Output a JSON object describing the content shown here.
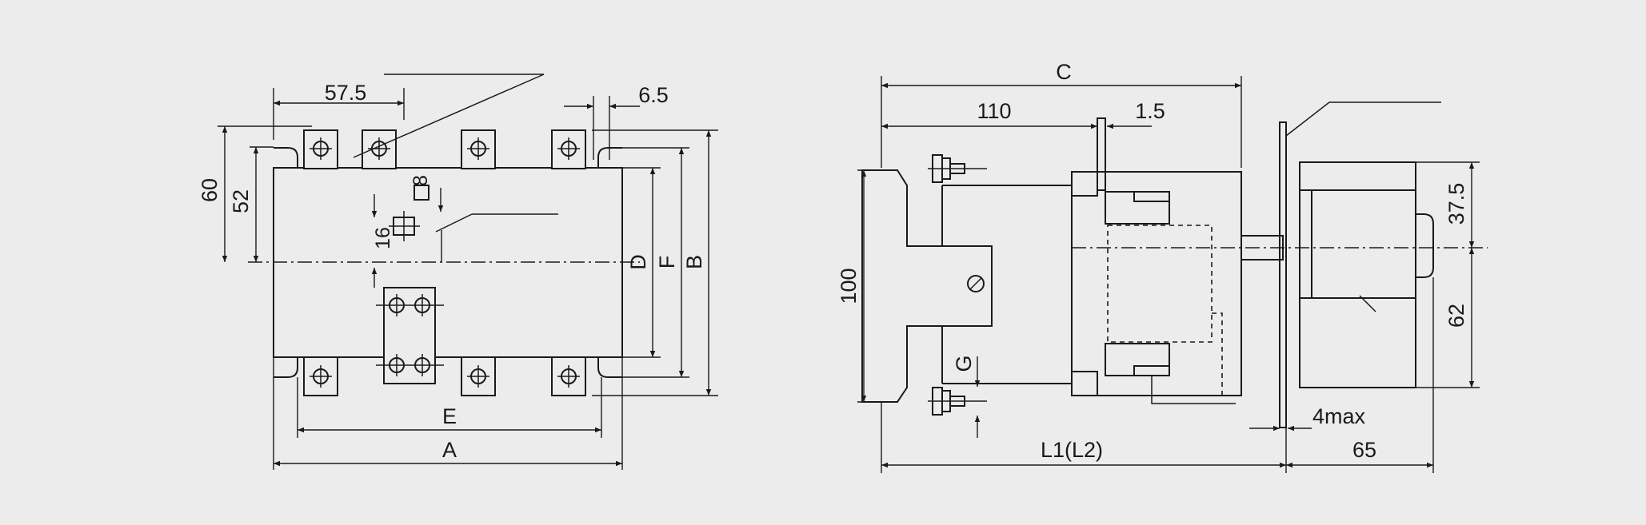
{
  "front_view": {
    "dims": {
      "d57_5": "57.5",
      "d6_5": "6.5",
      "d60": "60",
      "d52": "52",
      "d8": "8",
      "d16": "16",
      "D": "D",
      "F": "F",
      "B": "B",
      "E": "E",
      "A": "A"
    }
  },
  "side_view": {
    "dims": {
      "C": "C",
      "d110": "110",
      "d1_5": "1.5",
      "d100": "100",
      "G": "G",
      "L1": "L1(L2)",
      "d4max": "4max",
      "d65": "65",
      "d37_5": "37.5",
      "d62": "62"
    }
  },
  "colors": {
    "background": "#ececec",
    "ink": "#1a1a1a"
  }
}
